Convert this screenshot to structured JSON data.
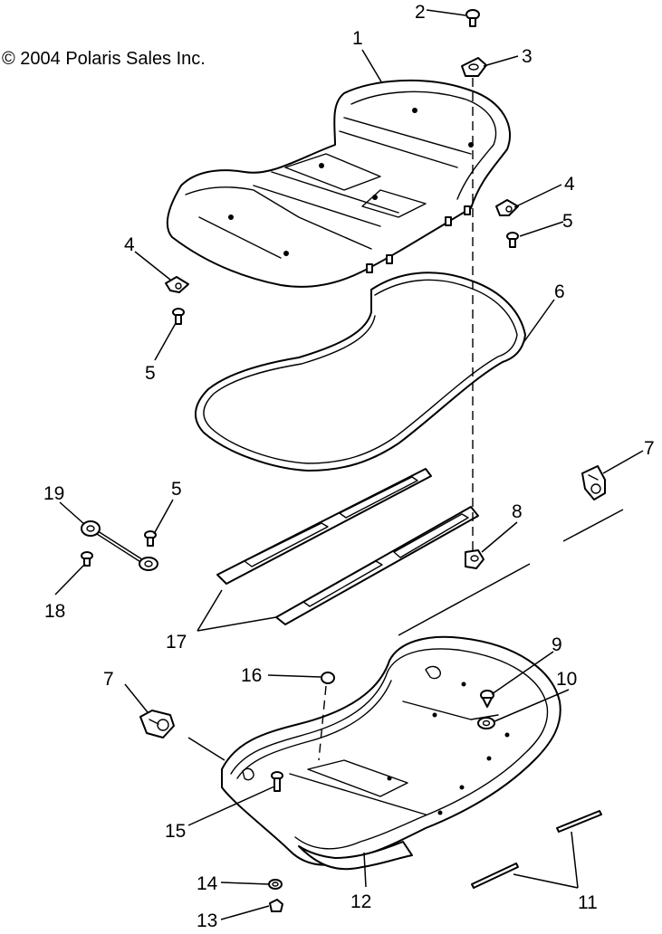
{
  "copyright": "© 2004 Polaris Sales Inc.",
  "callouts": {
    "c1": "1",
    "c2": "2",
    "c3": "3",
    "c4a": "4",
    "c4b": "4",
    "c5a": "5",
    "c5b": "5",
    "c5c": "5",
    "c6": "6",
    "c7a": "7",
    "c7b": "7",
    "c8": "8",
    "c9": "9",
    "c10": "10",
    "c11": "11",
    "c12": "12",
    "c13": "13",
    "c14": "14",
    "c15": "15",
    "c16": "16",
    "c17": "17",
    "c18": "18",
    "c19": "19"
  }
}
